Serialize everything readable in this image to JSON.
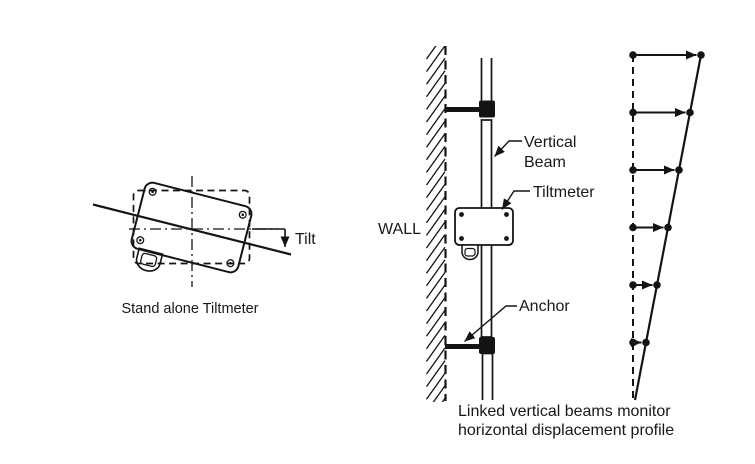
{
  "page": {
    "background": "#ffffff"
  },
  "colors": {
    "line": "#141414",
    "text": "#16181f"
  },
  "standalone": {
    "tilt": "Tilt",
    "caption": "Stand alone Tiltmeter"
  },
  "beam_system": {
    "wall": "WALL",
    "vertical_beam": [
      "Vertical",
      "Beam"
    ],
    "tiltmeter": "Tiltmeter",
    "anchor": "Anchor",
    "caption": [
      "Linked vertical beams monitor",
      "horizontal displacement profile"
    ],
    "profile_arrow_count": 6
  }
}
